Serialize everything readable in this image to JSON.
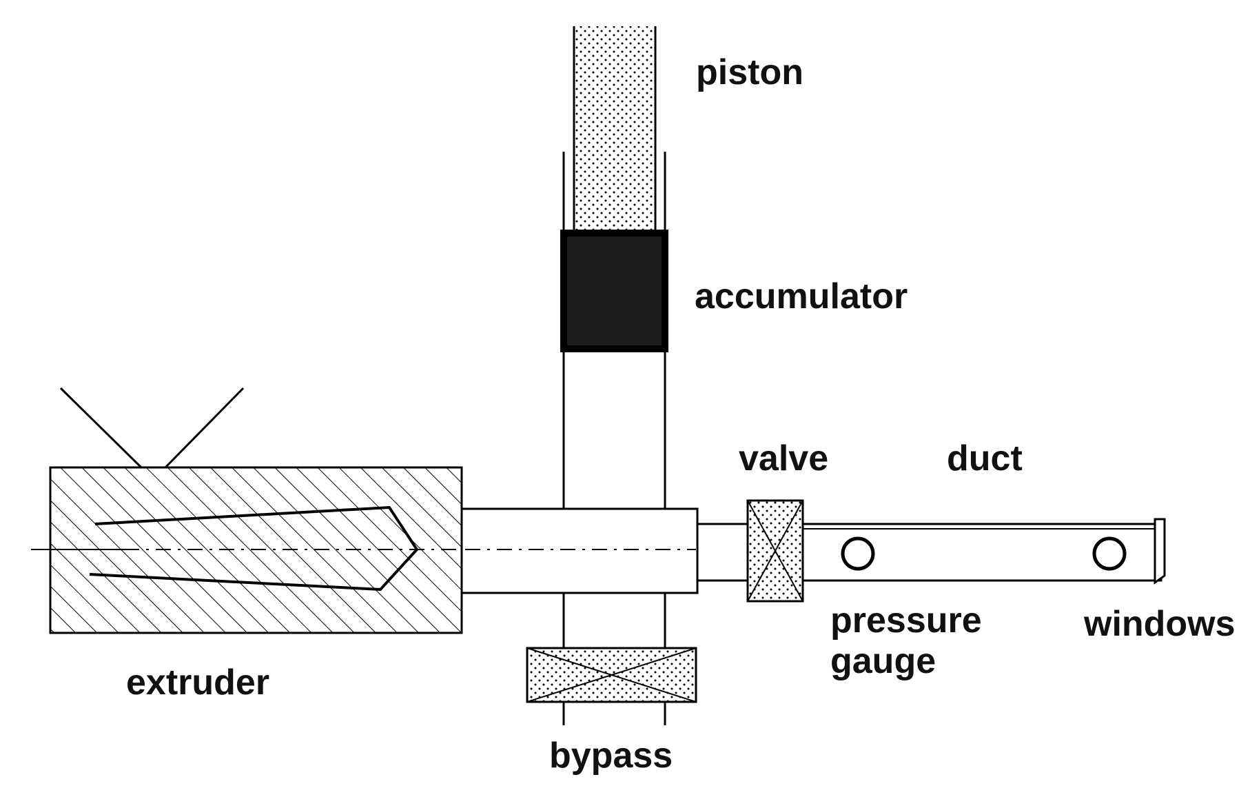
{
  "labels": {
    "piston": "piston",
    "accumulator": "accumulator",
    "valve": "valve",
    "duct": "duct",
    "pressure_gauge_line1": "pressure",
    "pressure_gauge_line2": "gauge",
    "windows": "windows",
    "extruder": "extruder",
    "bypass": "bypass"
  },
  "colors": {
    "line": "#000000",
    "accumulator_fill": "#1c1c1c",
    "background": "#ffffff"
  }
}
